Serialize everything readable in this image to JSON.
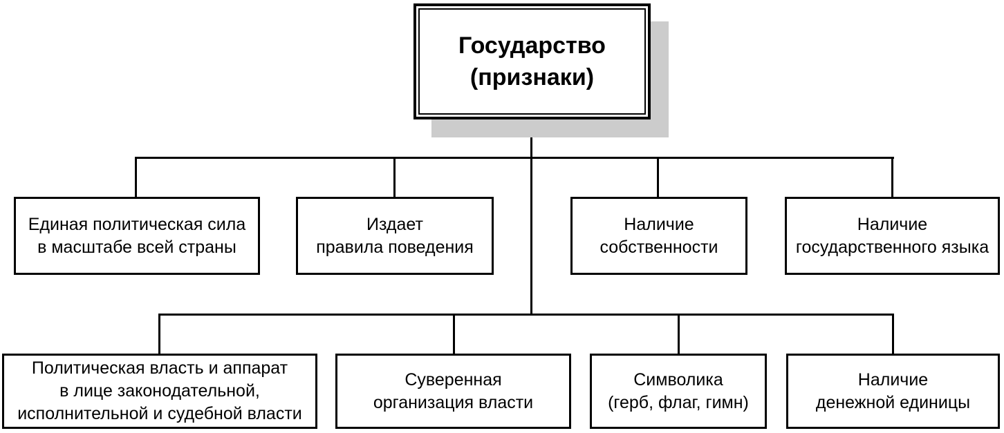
{
  "diagram": {
    "title": "Государство (признаки)",
    "root": {
      "label": "Государство\n(признаки)"
    },
    "row1": [
      {
        "label": "Единая политическая сила\nв масштабе всей страны"
      },
      {
        "label": "Издает\nправила поведения"
      },
      {
        "label": "Наличие\nсобственности"
      },
      {
        "label": "Наличие\nгосударственного языка"
      }
    ],
    "row2": [
      {
        "label": "Политическая власть и аппарат\nв лице законодательной,\nисполнительной и судебной власти"
      },
      {
        "label": "Суверенная\nорганизация власти"
      },
      {
        "label": "Символика\n(герб, флаг, гимн)"
      },
      {
        "label": "Наличие\nденежной единицы"
      }
    ],
    "colors": {
      "line": "#000000",
      "box_background": "#ffffff",
      "shadow": "#cccccc",
      "text": "#000000"
    }
  }
}
